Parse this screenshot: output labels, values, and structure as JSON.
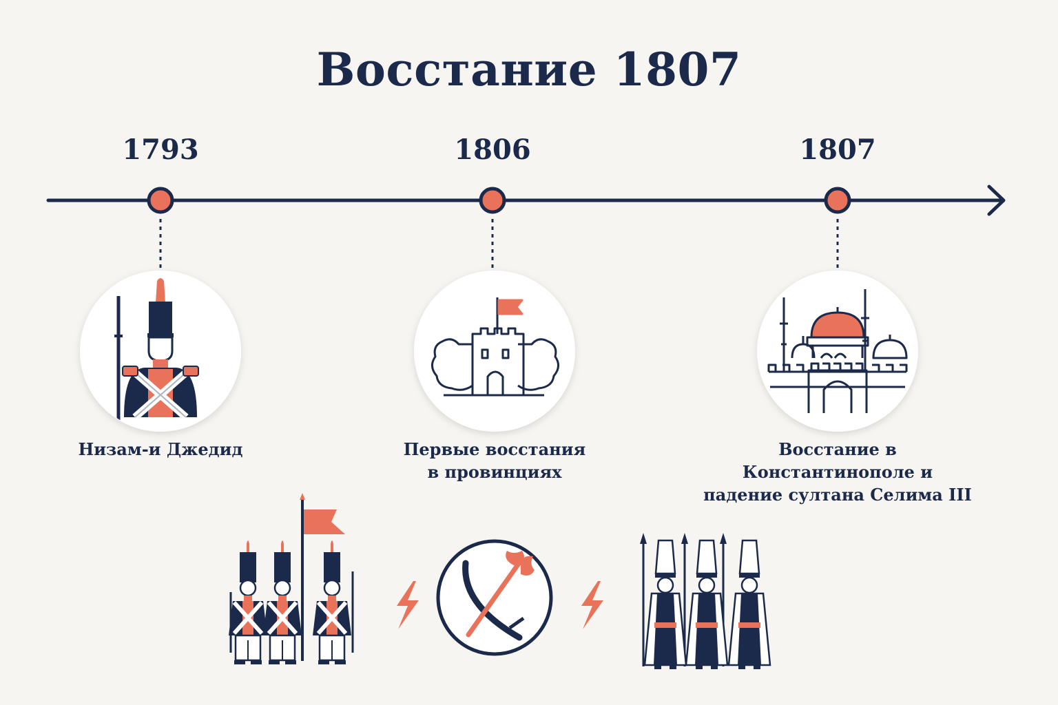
{
  "title": "Восстание 1807",
  "timeline": {
    "events": [
      {
        "year": "1793",
        "label_lines": [
          "Низам-и Джедид"
        ],
        "icon": "nizam-soldier-icon"
      },
      {
        "year": "1806",
        "label_lines": [
          "Первые восстания",
          "в провинциях"
        ],
        "icon": "fortress-flag-icon"
      },
      {
        "year": "1807",
        "label_lines": [
          "Восстание в",
          "Константинополе и",
          "падение султана Селима III"
        ],
        "icon": "constantinople-mosque-icon"
      }
    ]
  },
  "bottom_scene": {
    "left": "nizam-soldiers-group-icon",
    "center": "crossed-sword-axe-icon",
    "right": "janissaries-group-icon",
    "separator": "lightning-icon"
  },
  "colors": {
    "navy": "#1b2a4a",
    "accent": "#e9735a",
    "background": "#f7f5f1",
    "circle_fill": "#ffffff"
  }
}
